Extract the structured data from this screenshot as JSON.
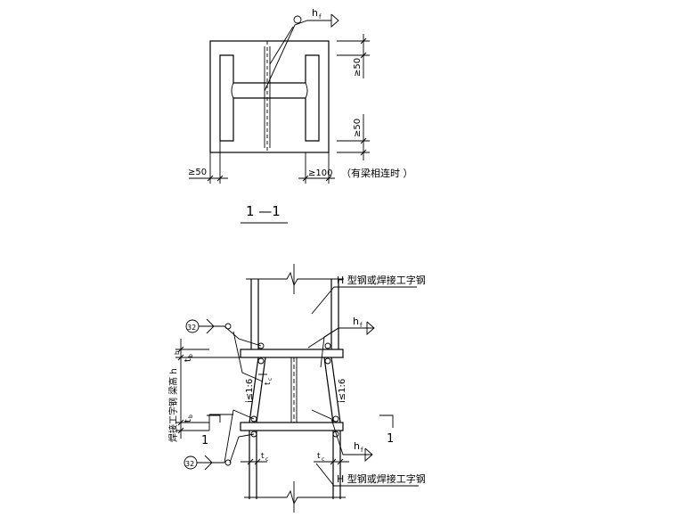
{
  "section_top": {
    "weld_symbol_h": "h",
    "weld_symbol_sub": "f",
    "dim_top_right": "≥50",
    "dim_mid_right": "≥50",
    "dim_bottom_left": "≥50",
    "dim_bottom_right": "≥100",
    "note_bottom_right": "（有梁相连时   ）",
    "section_label": "1 —1"
  },
  "elevation": {
    "label_top": "H 型钢或焊接工字钢",
    "label_bottom": "H 型钢或焊接工字钢",
    "weld_symbol_h": "h",
    "weld_symbol_sub": "f",
    "weld_symbol_h2": "h",
    "weld_symbol_sub2": "f",
    "circle_top": "32",
    "circle_bottom": "32",
    "left_vertical_label": "焊接工字钢 梁高 h",
    "left_vertical_sub": "b",
    "left_t1": "t",
    "left_t1_sub": "b",
    "left_t2": "t",
    "left_t2_sub": "b",
    "inner_tc": "t",
    "inner_tc_sub": "c",
    "bottom_tc_left": "t",
    "bottom_tc_left_sub": "c",
    "bottom_tc_right": "t",
    "bottom_tc_right_sub": "c",
    "slope_left": "i≤1:6",
    "slope_right": "i≤1:6",
    "section_mark_left": "1",
    "section_mark_right": "1"
  }
}
